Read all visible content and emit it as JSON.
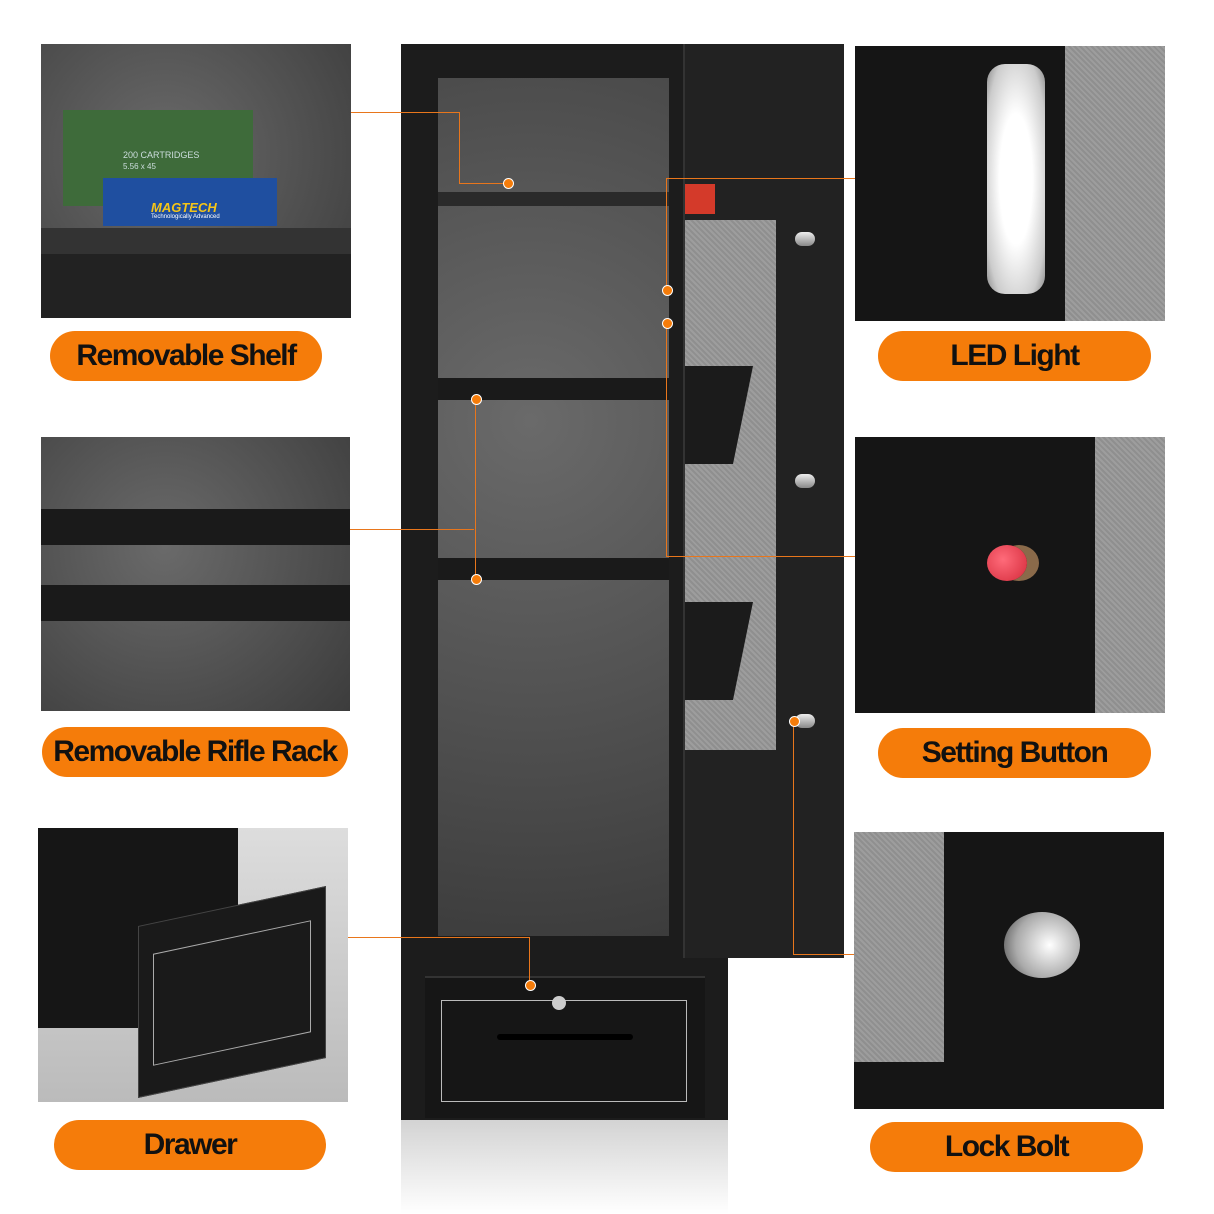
{
  "labels": {
    "shelf": "Removable Shelf",
    "rifle_rack": "Removable Rifle Rack",
    "drawer": "Drawer",
    "led": "LED Light",
    "setting_button": "Setting Button",
    "lock_bolt": "Lock Bolt"
  },
  "photo_text": {
    "ammo_box": "200 CARTRIDGES",
    "ammo_caliber": "5.56 x 45",
    "brand": "MAGTECH",
    "brand_tagline": "Technologically Advanced"
  },
  "colors": {
    "accent": "#f57c0a",
    "safe_body": "#1c1c1c",
    "felt": "#555555"
  }
}
